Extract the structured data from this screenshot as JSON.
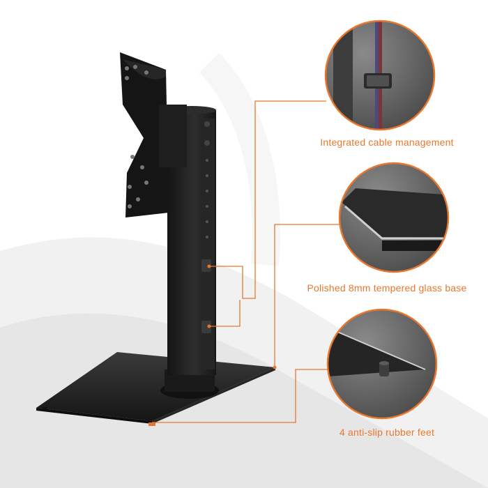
{
  "colors": {
    "accent": "#e8772e",
    "product": "#1c1c1c",
    "background_swoosh": "#ebebeb",
    "detail_circle": "#5e5e5e"
  },
  "features": [
    {
      "label": "Integrated cable management",
      "icon": "cable-clip-detail"
    },
    {
      "label": "Polished 8mm tempered glass base",
      "icon": "glass-edge-detail"
    },
    {
      "label": "4 anti-slip rubber feet",
      "icon": "rubber-foot-detail"
    }
  ]
}
